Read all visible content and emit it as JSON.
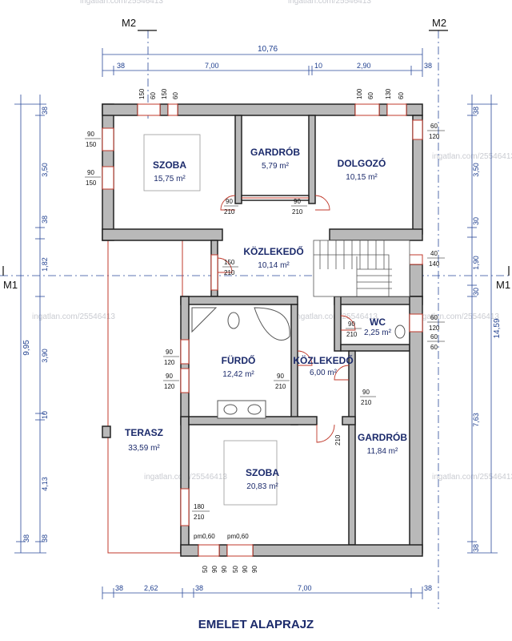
{
  "title": "EMELET ALAPRAJZ",
  "axes": {
    "m1": "M1",
    "m2": "M2"
  },
  "watermark": "ingatlan.com/25546413",
  "rooms": [
    {
      "name": "SZOBA",
      "area": "15,75 m²"
    },
    {
      "name": "GARDRÓB",
      "area": "5,79 m²"
    },
    {
      "name": "DOLGOZÓ",
      "area": "10,15 m²"
    },
    {
      "name": "KÖZLEKEDŐ",
      "area": "10,14 m²"
    },
    {
      "name": "FÜRDŐ",
      "area": "12,42 m²"
    },
    {
      "name": "KÖZLEKEDŐ",
      "area": "6,00 m²"
    },
    {
      "name": "WC",
      "area": "2,25 m²"
    },
    {
      "name": "TERASZ",
      "area": "33,59 m²"
    },
    {
      "name": "SZOBA",
      "area": "20,83 m²"
    },
    {
      "name": "GARDRÓB",
      "area": "11,84 m²"
    }
  ],
  "dims": {
    "top_total": "10,76",
    "top_parts": [
      "38",
      "7,00",
      "10",
      "2,90",
      "38"
    ],
    "bottom_parts": [
      "38",
      "2,62",
      "38",
      "7,00",
      "38"
    ],
    "left_inner": [
      "38",
      "3,50",
      "38",
      "1,82",
      "3,90",
      "10",
      "4,13",
      "38"
    ],
    "left_total": "9,95",
    "left_outer_bottom": "38",
    "right_inner": [
      "38",
      "3,50",
      "30",
      "1,90",
      "30",
      "7,63",
      "38"
    ],
    "right_total": "14,59",
    "top_openings": [
      "150",
      "60",
      "150",
      "60",
      "100",
      "60",
      "130",
      "60"
    ],
    "bottom_openings": [
      "50",
      "90",
      "90",
      "50",
      "90",
      "90"
    ],
    "openings": {
      "o1a": "90",
      "o1b": "150",
      "o2a": "90",
      "o2b": "150",
      "o3a": "90",
      "o3b": "210",
      "o4a": "90",
      "o4b": "210",
      "o5a": "60",
      "o5b": "120",
      "o6a": "150",
      "o6b": "210",
      "o7a": "40",
      "o7b": "140",
      "o8a": "90",
      "o8b": "120",
      "o9a": "90",
      "o9b": "120",
      "o10a": "90",
      "o10b": "210",
      "o11a": "90",
      "o11b": "210",
      "o12a": "60",
      "o12b": "120",
      "o12c": "60",
      "o12d": "60",
      "o13a": "90",
      "o13b": "210",
      "o14": "210",
      "o15a": "180",
      "o15b": "210",
      "pm1": "pm0,60",
      "pm2": "pm0,60"
    }
  }
}
